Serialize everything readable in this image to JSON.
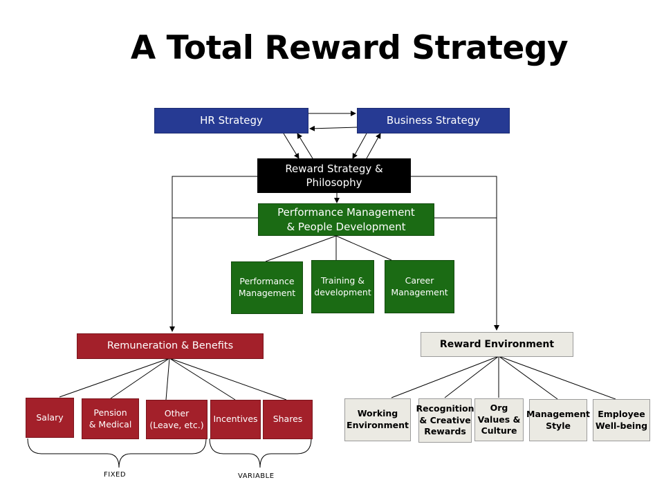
{
  "title": "A Total Reward Strategy",
  "top": {
    "hr_strategy": "HR Strategy",
    "business_strategy": "Business Strategy",
    "reward_strategy": "Reward Strategy &\nPhilosophy"
  },
  "performance": {
    "main": "Performance Management\n& People Development",
    "items": [
      "Performance\nManagement",
      "Training &\ndevelopment",
      "Career\nManagement"
    ]
  },
  "remuneration": {
    "main": "Remuneration & Benefits",
    "items": [
      "Salary",
      "Pension\n& Medical",
      "Other\n(Leave, etc.)",
      "Incentives",
      "Shares"
    ],
    "fixed_label": "FIXED",
    "variable_label": "VARIABLE"
  },
  "environment": {
    "main": "Reward Environment",
    "items": [
      "Working\nEnvironment",
      "Recognition\n& Creative\nRewards",
      "Org\nValues &\nCulture",
      "Management\nStyle",
      "Employee\nWell-being"
    ]
  },
  "colors": {
    "strategy_blue": "#263a93",
    "reward_black": "#000000",
    "performance_green": "#1b6b14",
    "remuneration_red": "#a3202a",
    "environment_grey": "#ebeae3"
  }
}
